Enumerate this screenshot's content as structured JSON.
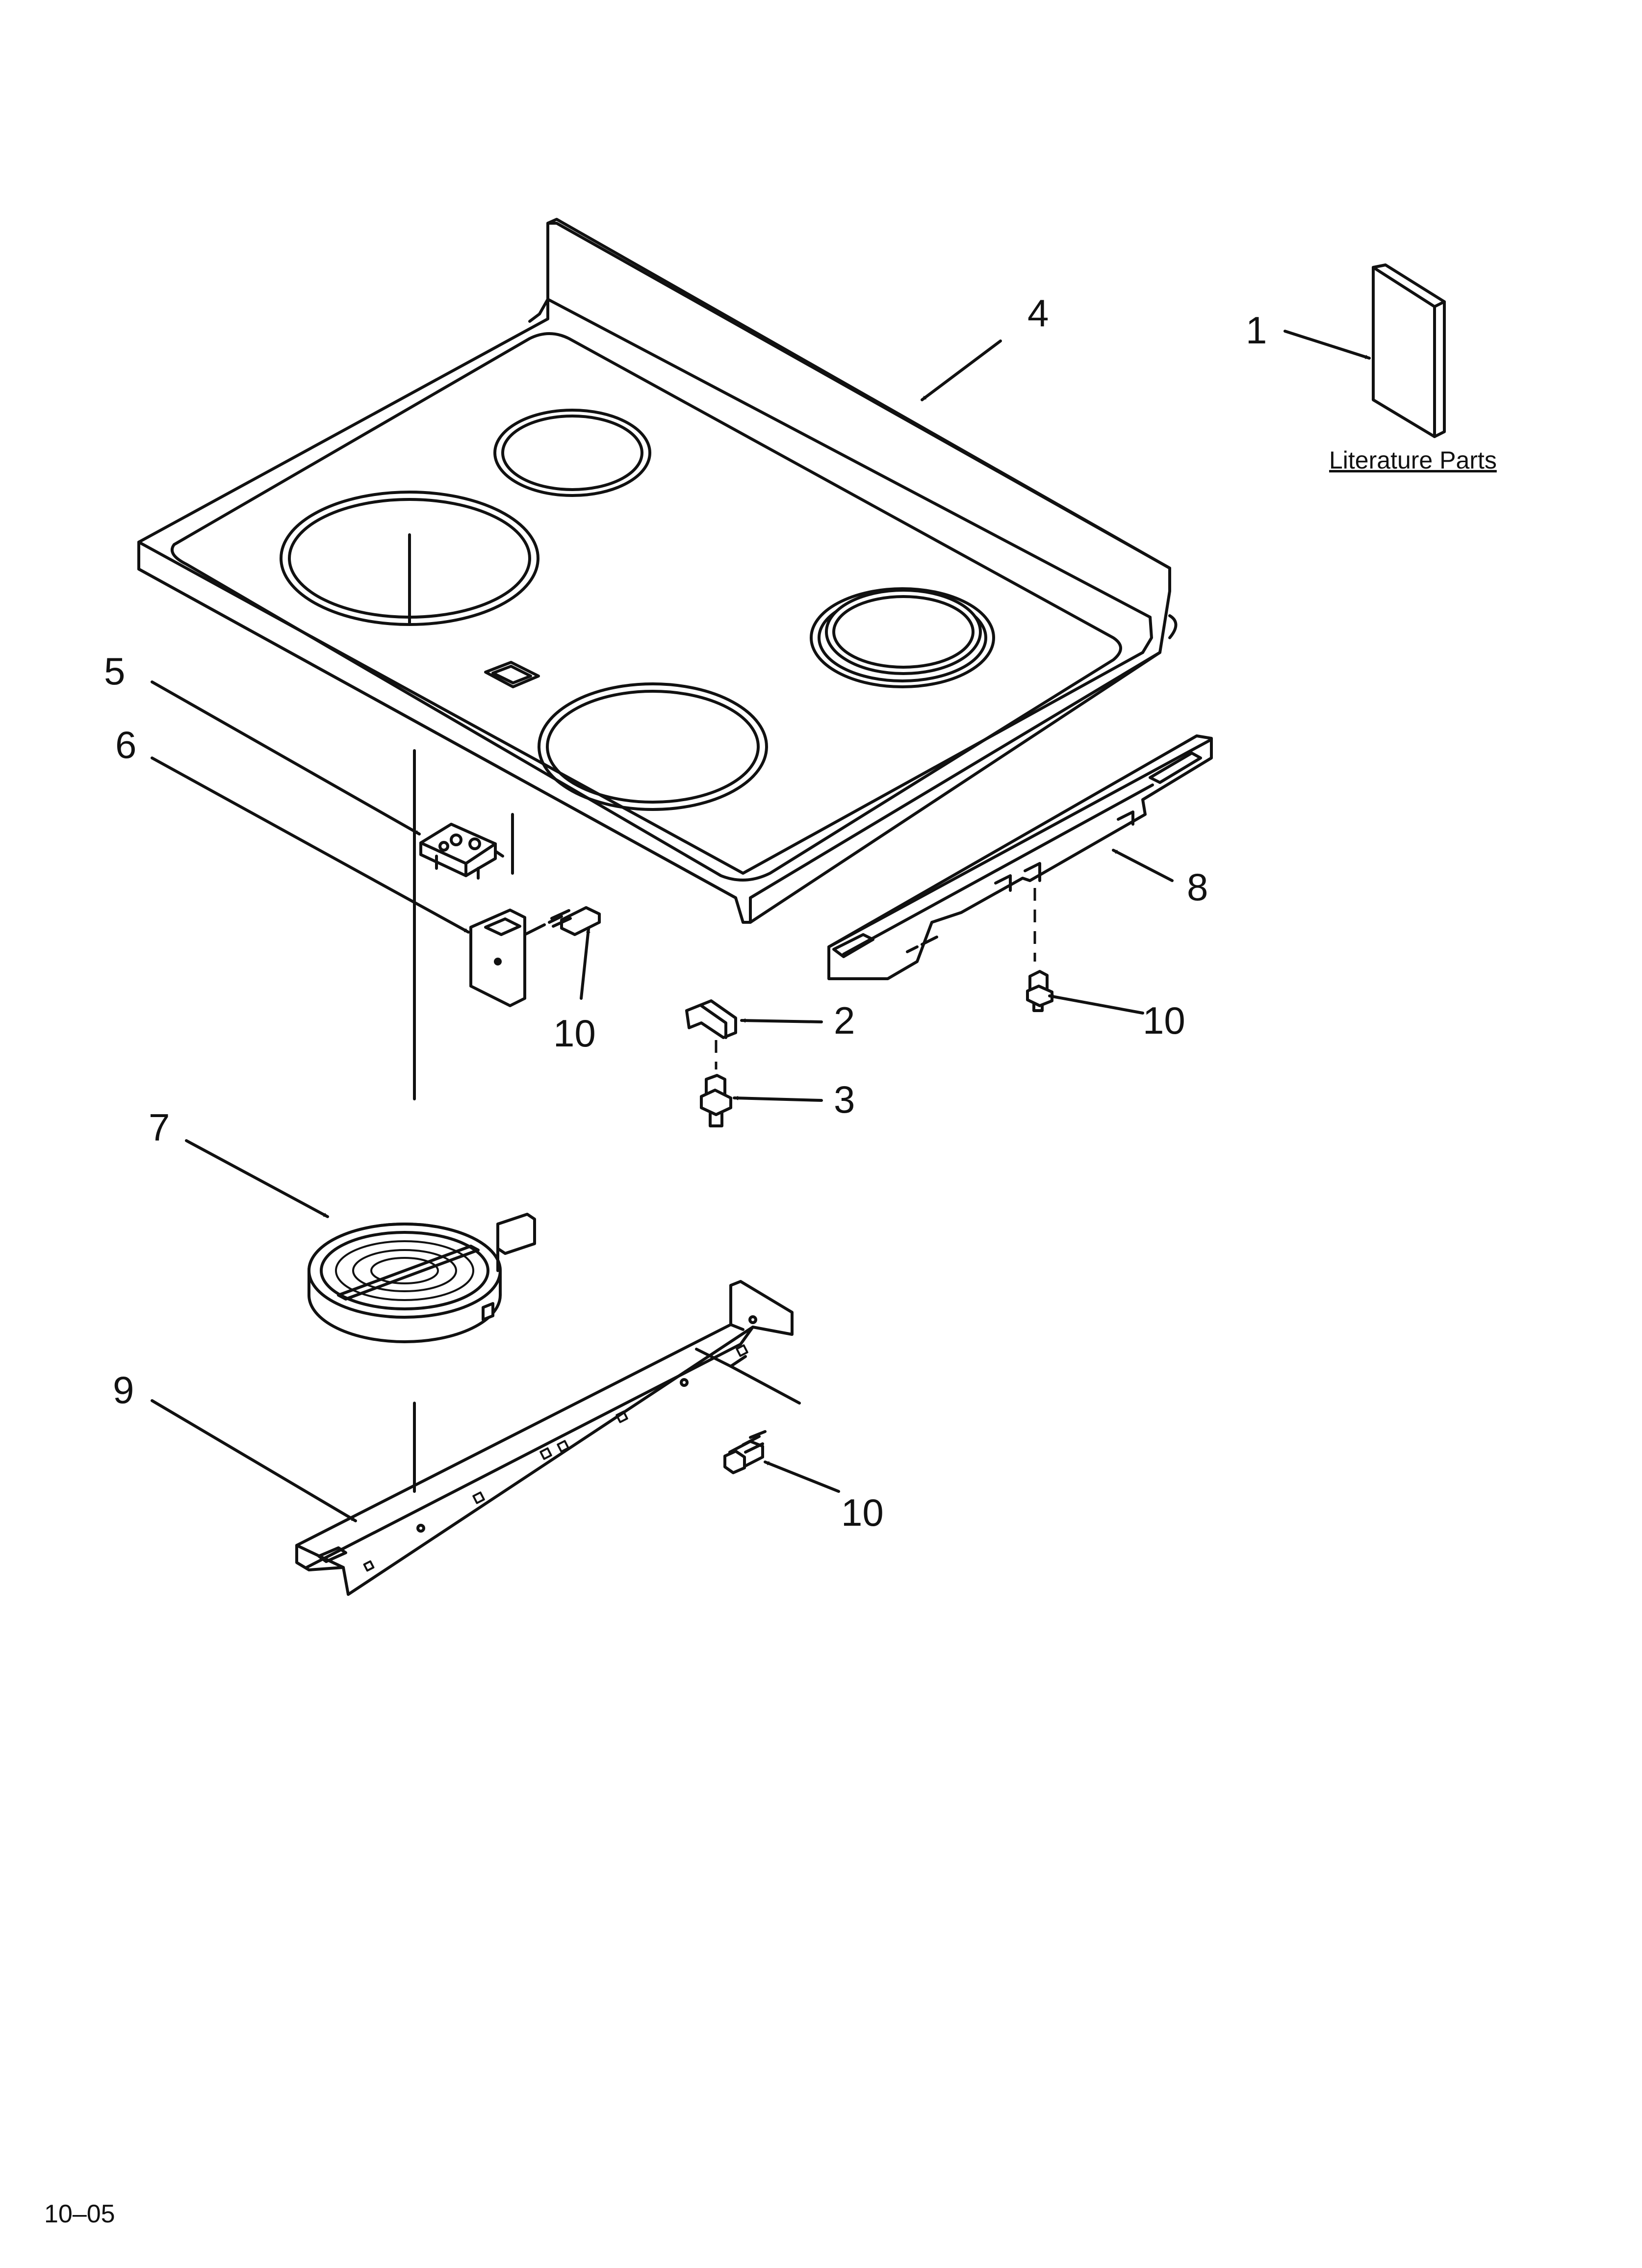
{
  "diagram": {
    "literature_caption": "Literature Parts",
    "footer_code": "10–05",
    "callouts": [
      {
        "id": "1",
        "text": "1"
      },
      {
        "id": "2",
        "text": "2"
      },
      {
        "id": "3",
        "text": "3"
      },
      {
        "id": "4",
        "text": "4"
      },
      {
        "id": "5",
        "text": "5"
      },
      {
        "id": "6",
        "text": "6"
      },
      {
        "id": "7",
        "text": "7"
      },
      {
        "id": "8",
        "text": "8"
      },
      {
        "id": "9",
        "text": "9"
      },
      {
        "id": "10a",
        "text": "10"
      },
      {
        "id": "10b",
        "text": "10"
      },
      {
        "id": "10c",
        "text": "10"
      }
    ]
  },
  "colors": {
    "line": "#111111",
    "background": "#ffffff"
  }
}
